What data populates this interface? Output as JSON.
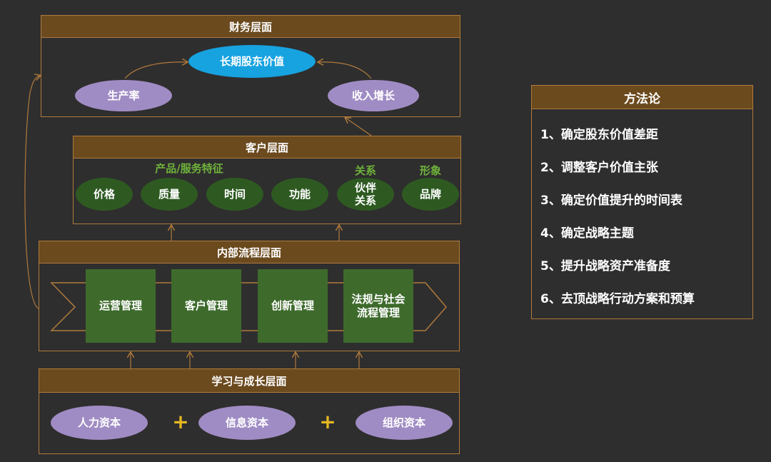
{
  "financial": {
    "title": "财务层面",
    "center": "长期股东价值",
    "left": "生产率",
    "right": "收入增长"
  },
  "customer": {
    "title": "客户层面",
    "group_labels": [
      "产品/服务特征",
      "关系",
      "形象"
    ],
    "items": [
      "价格",
      "质量",
      "时间",
      "功能",
      "伙伴\n关系",
      "品牌"
    ]
  },
  "internal": {
    "title": "内部流程层面",
    "boxes": [
      "运营管理",
      "客户管理",
      "创新管理",
      "法规与社会流程管理"
    ]
  },
  "learning": {
    "title": "学习与成长层面",
    "items": [
      "人力资本",
      "信息资本",
      "组织资本"
    ],
    "plus": "+"
  },
  "method": {
    "title": "方法论",
    "items": [
      "1、确定股东价值差距",
      "2、调整客户价值主张",
      "3、确定价值提升的时间表",
      "4、确定战略主题",
      "5、提升战略资产准备度",
      "6、去顶战略行动方案和预算"
    ]
  },
  "colors": {
    "background": "#2e2e2e",
    "header": "#6b4a1e",
    "border": "#b07a3c",
    "purple": "#a08cc4",
    "blue": "#17a2e0",
    "green_box": "#3e6b2c",
    "green_label": "#6fb33b",
    "plus": "#e6b822"
  }
}
